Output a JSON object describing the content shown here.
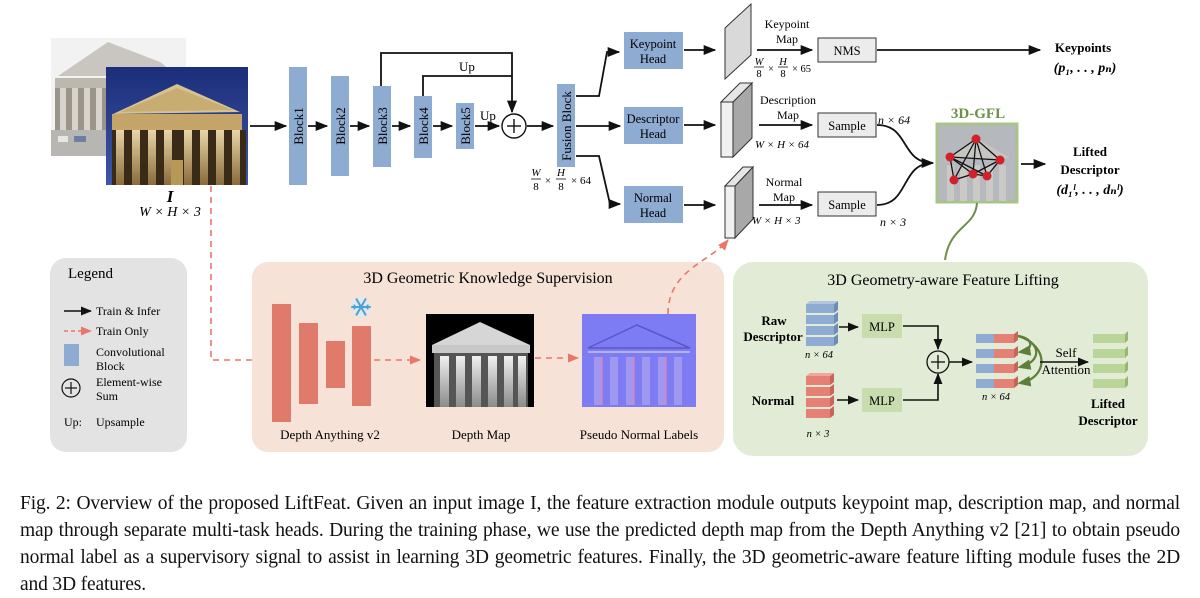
{
  "colors": {
    "block_blue": "#8eabd2",
    "legend_bg": "#e3e3e3",
    "supervision_bg": "#f6e2d6",
    "lifting_bg": "#e2ebd6",
    "depth_red": "#e07b6b",
    "dashed_red": "#e8776a",
    "mlp_green": "#c9dcae",
    "gfl_green": "#6f8f48",
    "box_gray": "#ececec",
    "feat_blue": "#8eabd2",
    "feat_red": "#e58075",
    "feat_green": "#b9d59a"
  },
  "input": {
    "symbol": "I",
    "dims": "W × H × 3"
  },
  "backbone": {
    "blocks": [
      "Block1",
      "Block2",
      "Block3",
      "Block4",
      "Block5"
    ],
    "up_label_top": "Up",
    "up_label_side": "Up",
    "fusion_label": "Fusion Block",
    "fusion_dims": {
      "num1": "W",
      "den1": "8",
      "num2": "H",
      "den2": "8",
      "tail": "× 64"
    }
  },
  "heads": {
    "keypoint": {
      "line1": "Keypoint",
      "line2": "Head"
    },
    "descriptor": {
      "line1": "Descriptor",
      "line2": "Head"
    },
    "normal": {
      "line1": "Normal",
      "line2": "Head"
    }
  },
  "maps": {
    "keypoint": {
      "line1": "Keypoint",
      "line2": "Map",
      "dims_tail": "× 65",
      "num1": "W",
      "den1": "8",
      "num2": "H",
      "den2": "8"
    },
    "description": {
      "line1": "Description",
      "line2": "Map",
      "dims": "W × H × 64"
    },
    "normal": {
      "line1": "Normal",
      "line2": "Map",
      "dims": "W × H × 3"
    }
  },
  "ops": {
    "nms": "NMS",
    "sample_desc": "Sample",
    "sample_norm": "Sample",
    "n64": "n × 64",
    "n3": "n × 3"
  },
  "gfl": {
    "title": "3D-GFL"
  },
  "outputs": {
    "keypoints_label": "Keypoints",
    "keypoints_math": "(p₁, . . , pₙ)",
    "lifted_line1": "Lifted",
    "lifted_line2": "Descriptor",
    "lifted_math": "(d₁ˡ, . . , dₙˡ)"
  },
  "legend": {
    "title": "Legend",
    "items": [
      {
        "icon": "solid-arrow",
        "label": "Train & Infer"
      },
      {
        "icon": "dashed-arrow",
        "label": "Train Only"
      },
      {
        "icon": "blue-block",
        "label": "Convolutional",
        "label2": "Block"
      },
      {
        "icon": "circle-plus",
        "label": "Element-wise",
        "label2": "Sum"
      },
      {
        "icon": "text",
        "prefix": "Up:",
        "label": "Upsample"
      }
    ]
  },
  "supervision": {
    "title": "3D Geometric Knowledge Supervision",
    "depth_model": "Depth Anything v2",
    "depth_map": "Depth Map",
    "normal_labels": "Pseudo Normal Labels",
    "frozen_icon": "snowflake-icon"
  },
  "lifting": {
    "title": "3D Geometry-aware Feature Lifting",
    "raw_line1": "Raw",
    "raw_line2": "Descriptor",
    "raw_dims": "n × 64",
    "normal": "Normal",
    "normal_dims": "n × 3",
    "mlp1": "MLP",
    "mlp2": "MLP",
    "concat_dims": "n × 64",
    "attn_line1": "Self",
    "attn_line2": "Attention",
    "out_line1": "Lifted",
    "out_line2": "Descriptor"
  },
  "caption": "Fig. 2: Overview of the proposed LiftFeat. Given an input image I, the feature extraction module outputs keypoint map, description map, and normal map through separate multi-task heads. During the training phase, we use the predicted depth map from the Depth Anything v2 [21] to obtain pseudo normal label as a supervisory signal to assist in learning 3D geometric features. Finally, the 3D geometric-aware feature lifting module fuses the 2D and 3D features."
}
